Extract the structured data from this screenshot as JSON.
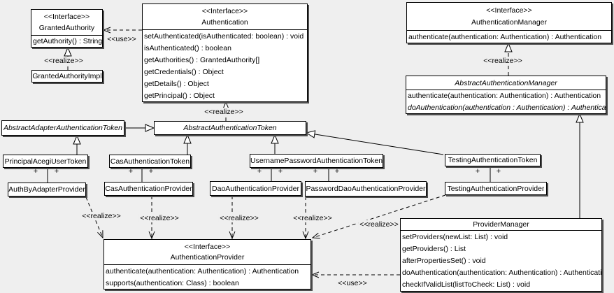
{
  "colors": {
    "background": "#efefef",
    "box_fill": "#ffffff",
    "line": "#000000",
    "shadow": "#4d4d4d"
  },
  "labels": {
    "realize": "<<realize>>",
    "use": "<<use>>",
    "plus": "+"
  },
  "classes": {
    "granted_authority": {
      "stereotype": "<<Interface>>",
      "name": "GrantedAuthority",
      "methods": [
        "getAuthority() : String"
      ]
    },
    "granted_authority_impl": {
      "name": "GrantedAuthorityImpl"
    },
    "authentication": {
      "stereotype": "<<Interface>>",
      "name": "Authentication",
      "methods": [
        "setAuthenticated(isAuthenticated: boolean) : void",
        "isAuthenticated() : boolean",
        "getAuthorities() : GrantedAuthority[]",
        "getCredentials() : Object",
        "getDetails() : Object",
        "getPrincipal() : Object"
      ]
    },
    "authentication_manager": {
      "stereotype": "<<Interface>>",
      "name": "AuthenticationManager",
      "methods": [
        "authenticate(authentication: Authentication) : Authentication"
      ]
    },
    "abstract_authentication_manager": {
      "name": "AbstractAuthenticationManager",
      "methods": [
        "authenticate(authentication: Authentication) : Authentication",
        "doAuthentication(authentication : Authentication) : Authentication"
      ]
    },
    "abstract_adapter_authentication_token": {
      "name": "AbstractAdapterAuthenticationToken"
    },
    "abstract_authentication_token": {
      "name": "AbstractAuthenticationToken"
    },
    "principal_acegi_user_token": {
      "name": "PrincipalAcegiUserToken"
    },
    "cas_authentication_token": {
      "name": "CasAuthenticationToken"
    },
    "username_password_authentication_token": {
      "name": "UsernamePasswordAuthenticationToken"
    },
    "testing_authentication_token": {
      "name": "TestingAuthenticationToken"
    },
    "auth_by_adapter_provider": {
      "name": "AuthByAdapterProvider"
    },
    "cas_authentication_provider": {
      "name": "CasAuthenticationProvider"
    },
    "dao_authentication_provider": {
      "name": "DaoAuthenticationProvider"
    },
    "password_dao_authentication_provider": {
      "name": "PasswordDaoAuthenticationProvider"
    },
    "testing_authentication_provider": {
      "name": "TestingAuthenticationProvider"
    },
    "authentication_provider": {
      "stereotype": "<<Interface>>",
      "name": "AuthenticationProvider",
      "methods": [
        "authenticate(authentication: Authentication) : Authentication",
        "supports(authentication: Class) : boolean"
      ]
    },
    "provider_manager": {
      "name": "ProviderManager",
      "methods": [
        "setProviders(newList: List) : void",
        "getProviders() : List",
        "afterPropertiesSet() : void",
        "doAuthentication(authentication: Authentication) : Authentication",
        "checkIfValidList(listToCheck: List) : void"
      ]
    }
  }
}
